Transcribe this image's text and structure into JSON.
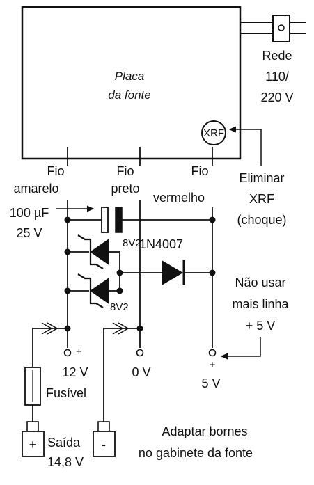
{
  "board": {
    "line1": "Placa",
    "line2": "da fonte"
  },
  "mains": {
    "line1": "Rede",
    "line2": "110/",
    "line3": "220 V"
  },
  "xrf": {
    "badge": "XRF",
    "note1": "Eliminar",
    "note2": "XRF",
    "note3": "(choque)"
  },
  "wires": {
    "yellow1": "Fio",
    "yellow2": "amarelo",
    "black1": "Fio",
    "black2": "preto",
    "red1": "Fio",
    "red2": "vermelho"
  },
  "capacitor": {
    "value": "100 µF",
    "voltage": "25 V"
  },
  "zener_top": "8V2",
  "zener_bottom": "8V2",
  "diode": "1N4007",
  "warning": {
    "line1": "Não usar",
    "line2": "mais linha",
    "line3": "+ 5 V"
  },
  "terminals": {
    "t12": "12 V",
    "t12_sign": "+",
    "t0": "0 V",
    "t5": "5 V",
    "t5_sign": "+"
  },
  "fuse": "Fusível",
  "output": {
    "plus": "+",
    "minus": "-",
    "label1": "Saída",
    "label2": "14,8 V"
  },
  "adapt": {
    "line1": "Adaptar bornes",
    "line2": "no gabinete da fonte"
  }
}
